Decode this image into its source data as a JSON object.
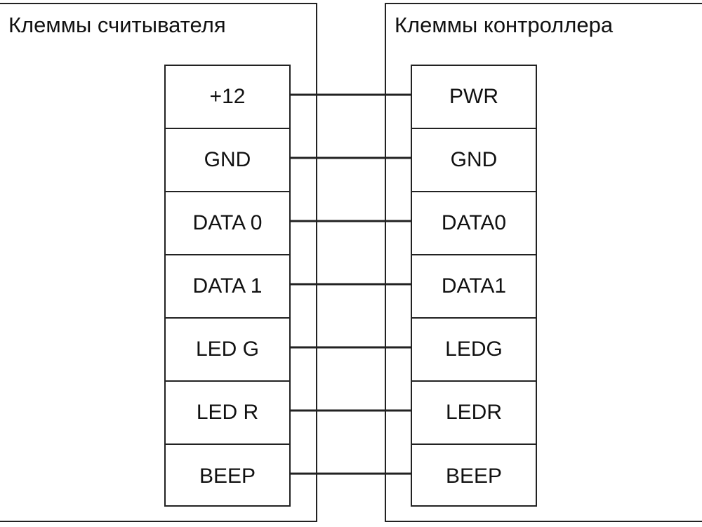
{
  "diagram": {
    "reader": {
      "title": "Клеммы считывателя",
      "terminals": [
        "+12",
        "GND",
        "DATA 0",
        "DATA 1",
        "LED G",
        "LED R",
        "BEEP"
      ]
    },
    "controller": {
      "title": "Клеммы контроллера",
      "terminals": [
        "PWR",
        "GND",
        "DATA0",
        "DATA1",
        "LEDG",
        "LEDR",
        "BEEP"
      ]
    },
    "connections": [
      {
        "from": "+12",
        "to": "PWR"
      },
      {
        "from": "GND",
        "to": "GND"
      },
      {
        "from": "DATA 0",
        "to": "DATA0"
      },
      {
        "from": "DATA 1",
        "to": "DATA1"
      },
      {
        "from": "LED G",
        "to": "LEDG"
      },
      {
        "from": "LED R",
        "to": "LEDR"
      },
      {
        "from": "BEEP",
        "to": "BEEP"
      }
    ],
    "colors": {
      "line": "#222222",
      "background": "#ffffff"
    }
  }
}
